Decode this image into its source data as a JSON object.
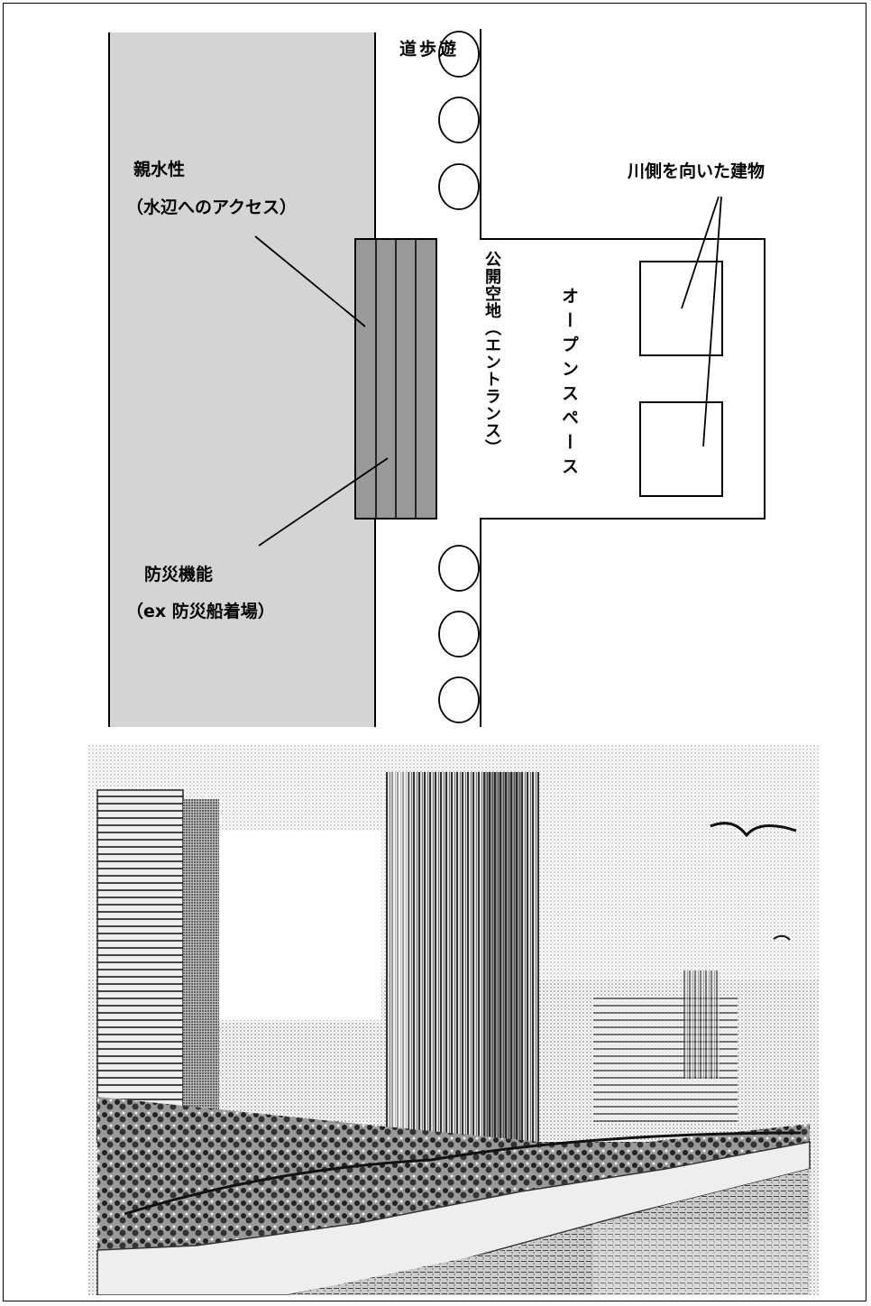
{
  "diagram": {
    "promenade_label": "遊歩道",
    "promenade_chars": [
      "遊",
      "歩",
      "道"
    ],
    "water_affinity_label": "親水性",
    "water_affinity_sub": "（水辺へのアクセス）",
    "disaster_label": "防災機能",
    "disaster_sub": "（ex 防災船着場）",
    "riverside_buildings_label": "川側を向いた建物",
    "public_space_label": "公開空地（エントランス）",
    "open_space_label": "オープンスペース"
  },
  "colors": {
    "river": "#d4d4d4",
    "terrace": "#9a9a9a",
    "line": "#000000"
  },
  "photo": {
    "subject": "riverside-promenade-rendering"
  }
}
